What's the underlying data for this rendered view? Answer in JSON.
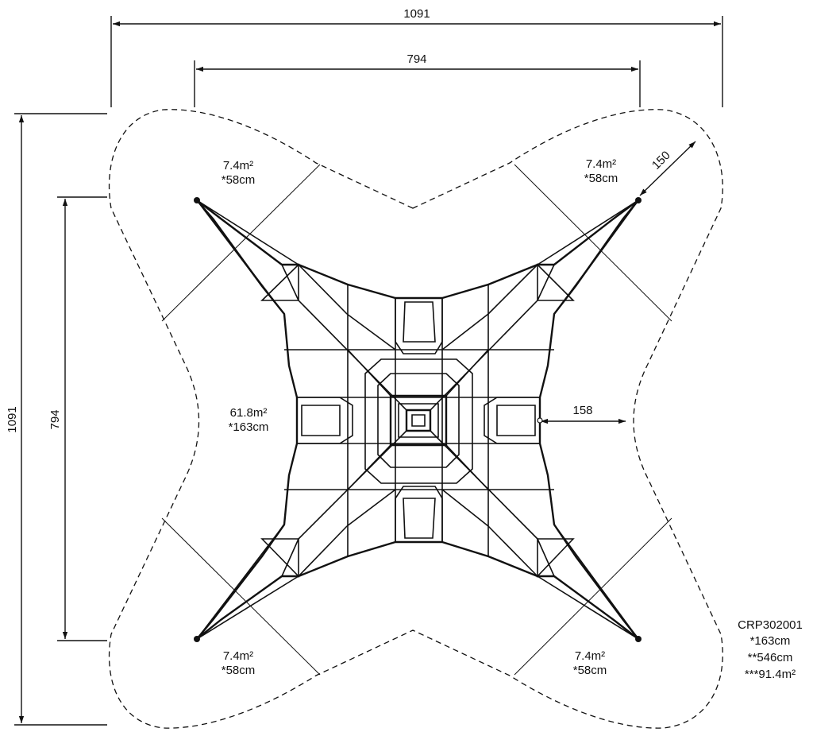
{
  "dimensions": {
    "overall_width": "1091",
    "inner_width": "794",
    "overall_height": "1091",
    "inner_height": "794",
    "corner_clearance": "150",
    "side_clearance": "158"
  },
  "zones": {
    "top_left": {
      "area": "7.4m²",
      "fall_height": "*58cm"
    },
    "top_right": {
      "area": "7.4m²",
      "fall_height": "*58cm"
    },
    "center": {
      "area": "61.8m²",
      "fall_height": "*163cm"
    },
    "bottom_left": {
      "area": "7.4m²",
      "fall_height": "*58cm"
    },
    "bottom_right": {
      "area": "7.4m²",
      "fall_height": "*58cm"
    }
  },
  "product": {
    "code": "CRP302001",
    "fall_height": "*163cm",
    "total_height": "**546cm",
    "total_area": "***91.4m²"
  }
}
